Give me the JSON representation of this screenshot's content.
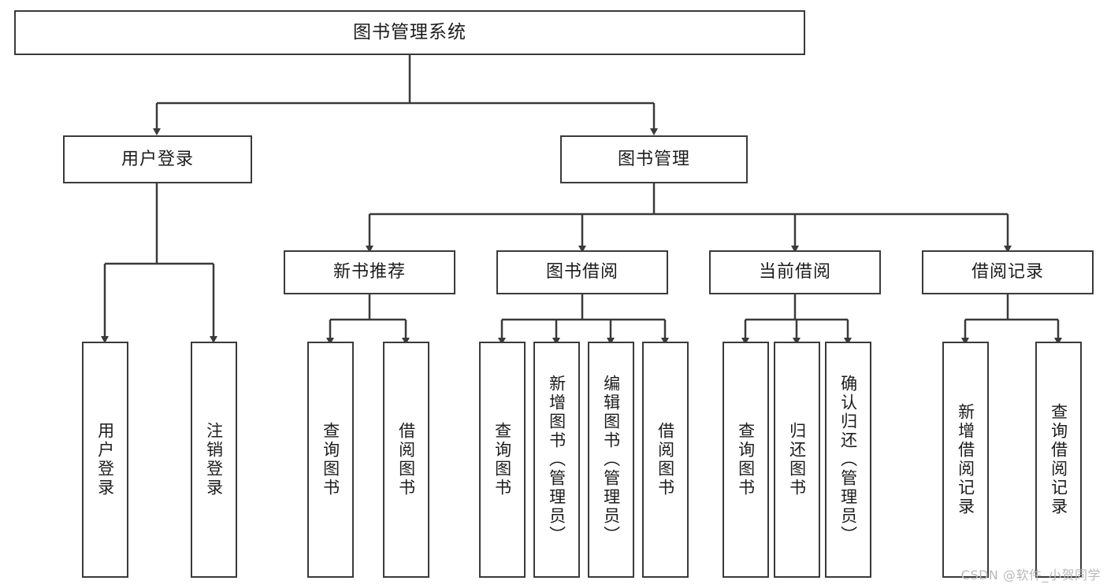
{
  "diagram": {
    "type": "tree-hierarchy",
    "title": "图书管理系统",
    "colors": {
      "stroke": "#3a3a3a",
      "text": "#1c1c1c",
      "background": "#ffffff",
      "watermark": "#b9b9b9"
    },
    "nodes": {
      "root": {
        "label": "图书管理系统",
        "level": 1
      },
      "l2": [
        {
          "id": "user-login",
          "label": "用户登录"
        },
        {
          "id": "book-manage",
          "label": "图书管理"
        }
      ],
      "l3": [
        {
          "id": "new-book-rec",
          "label": "新书推荐",
          "parent": "book-manage"
        },
        {
          "id": "book-borrow",
          "label": "图书借阅",
          "parent": "book-manage"
        },
        {
          "id": "current-borrow",
          "label": "当前借阅",
          "parent": "book-manage"
        },
        {
          "id": "borrow-record",
          "label": "借阅记录",
          "parent": "book-manage"
        }
      ],
      "leaves": [
        {
          "id": "leaf-user-login",
          "label": "用户登录",
          "parent": "user-login"
        },
        {
          "id": "leaf-logout",
          "label": "注销登录",
          "parent": "user-login"
        },
        {
          "id": "leaf-query-book-1",
          "label": "查询图书",
          "parent": "new-book-rec"
        },
        {
          "id": "leaf-borrow-book-1",
          "label": "借阅图书",
          "parent": "new-book-rec"
        },
        {
          "id": "leaf-query-book-2",
          "label": "查询图书",
          "parent": "book-borrow"
        },
        {
          "id": "leaf-add-book",
          "label": "新增图书（管理员）",
          "parent": "book-borrow"
        },
        {
          "id": "leaf-edit-book",
          "label": "编辑图书（管理员）",
          "parent": "book-borrow"
        },
        {
          "id": "leaf-borrow-book-2",
          "label": "借阅图书",
          "parent": "book-borrow"
        },
        {
          "id": "leaf-query-book-3",
          "label": "查询图书",
          "parent": "current-borrow"
        },
        {
          "id": "leaf-return-book",
          "label": "归还图书",
          "parent": "current-borrow"
        },
        {
          "id": "leaf-confirm-return",
          "label": "确认归还（管理员）",
          "parent": "current-borrow"
        },
        {
          "id": "leaf-add-record",
          "label": "新增借阅记录",
          "parent": "borrow-record"
        },
        {
          "id": "leaf-query-record",
          "label": "查询借阅记录",
          "parent": "borrow-record"
        }
      ]
    },
    "watermark": "CSDN @软件_小贺同学"
  }
}
